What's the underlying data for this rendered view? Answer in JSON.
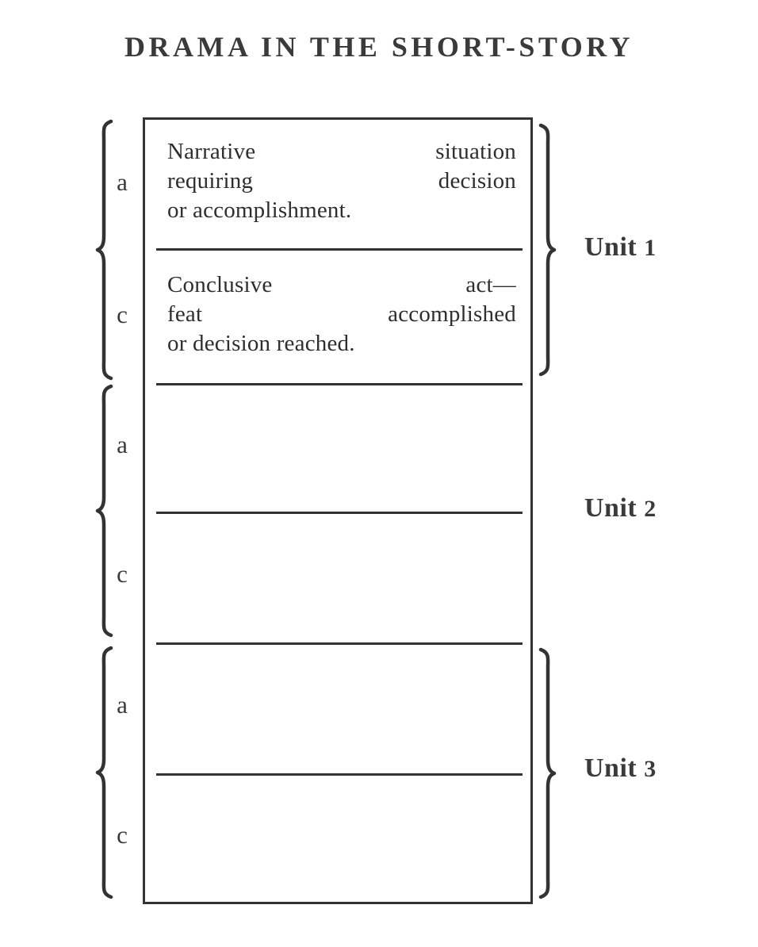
{
  "title": "DRAMA IN THE SHORT-STORY",
  "colors": {
    "ink": "#333333",
    "text": "#2e2e2e",
    "paper": "#ffffff"
  },
  "diagram": {
    "type": "table",
    "caption": "DRAMA IN THE SHORT-STORY",
    "description": "Three stacked units, each divided into an 'a' row and a 'c' row, braced on the left by lettered sub-brackets and on the right by unit brackets.",
    "units": [
      {
        "name": "Unit 1",
        "unit_word": "Unit",
        "unit_number": "1",
        "has_left_brace": true,
        "has_right_brace": true,
        "rows": [
          {
            "letter": "a",
            "text": "Narrative situation requiring decision or accomplishment."
          },
          {
            "letter": "c",
            "text": "Conclusive act—feat accomplished or decision reached."
          }
        ]
      },
      {
        "name": "Unit 2",
        "unit_word": "Unit",
        "unit_number": "2",
        "has_left_brace": true,
        "has_right_brace": false,
        "rows": [
          {
            "letter": "a",
            "text": ""
          },
          {
            "letter": "c",
            "text": ""
          }
        ]
      },
      {
        "name": "Unit 3",
        "unit_word": "Unit",
        "unit_number": "3",
        "has_left_brace": true,
        "has_right_brace": true,
        "rows": [
          {
            "letter": "a",
            "text": ""
          },
          {
            "letter": "c",
            "text": ""
          }
        ]
      }
    ]
  },
  "cells": {
    "u1a_line1": "Narrative situation",
    "u1a_line2": "requiring decision",
    "u1a_line3": "or accomplishment.",
    "u1c_line1": "Conclusive act—",
    "u1c_line2": "feat accomplished",
    "u1c_line3": "or decision reached."
  },
  "letters": {
    "u1a": "a",
    "u1c": "c",
    "u2a": "a",
    "u2c": "c",
    "u3a": "a",
    "u3c": "c"
  },
  "unit_labels": {
    "u1_word": "Unit",
    "u1_num": "1",
    "u2_word": "Unit",
    "u2_num": "2",
    "u3_word": "Unit",
    "u3_num": "3"
  }
}
